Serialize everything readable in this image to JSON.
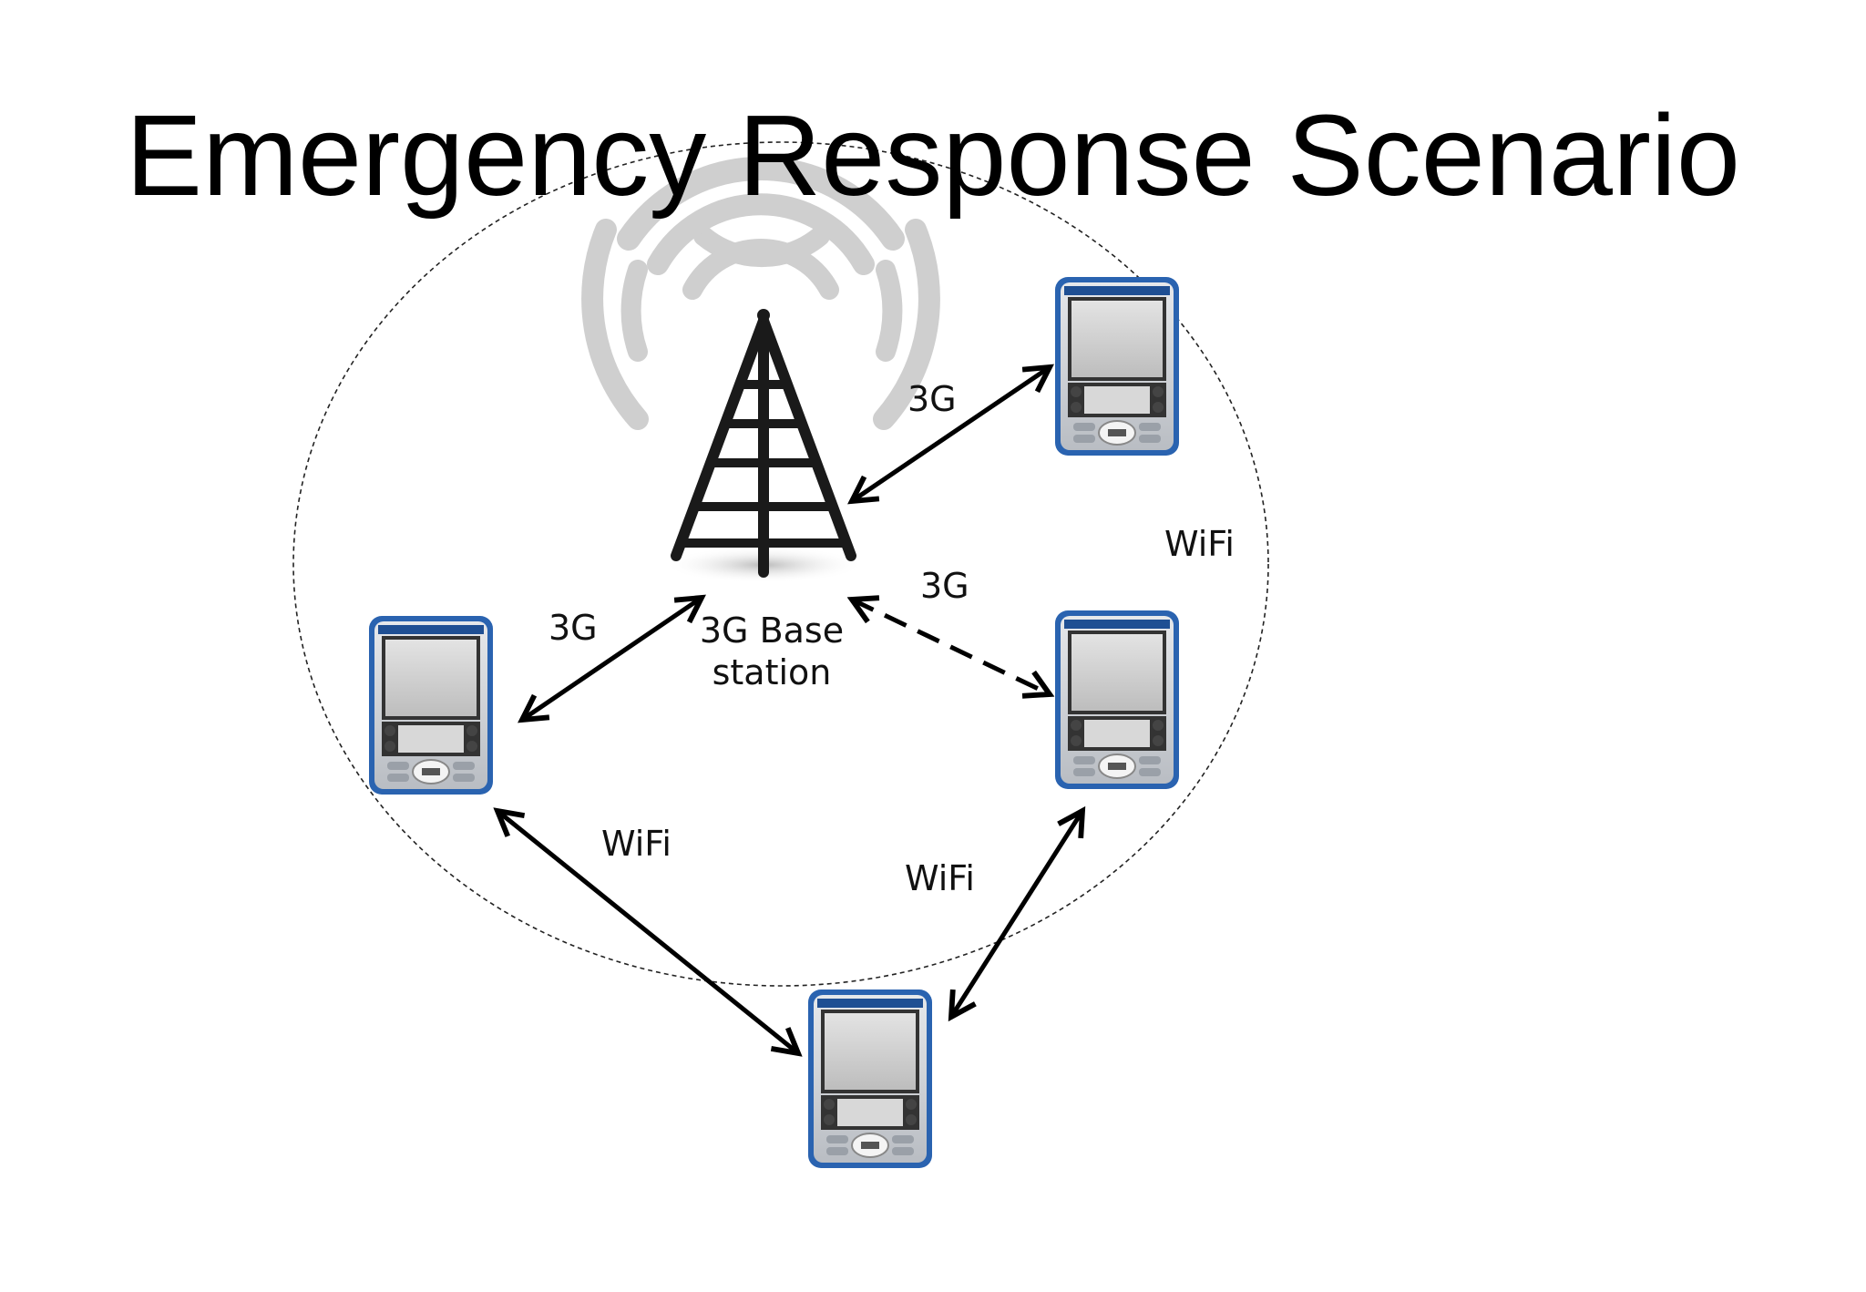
{
  "title": "Emergency Response Scenario",
  "base_station": {
    "label_line1": "3G Base",
    "label_line2": "station"
  },
  "links": {
    "top_right_3g": "3G",
    "left_3g": "3G",
    "mid_right_3g": "3G",
    "wifi_right": "WiFi",
    "wifi_left_bottom": "WiFi",
    "wifi_right_bottom": "WiFi"
  },
  "colors": {
    "pda_blue": "#2a63b0",
    "pda_silver": "#c8ccd2",
    "screen": "#c9c9c9",
    "signal_gray": "#cfcfcf",
    "arrow": "#000000"
  },
  "icons": [
    "cell-tower-icon",
    "pda-device-icon"
  ]
}
